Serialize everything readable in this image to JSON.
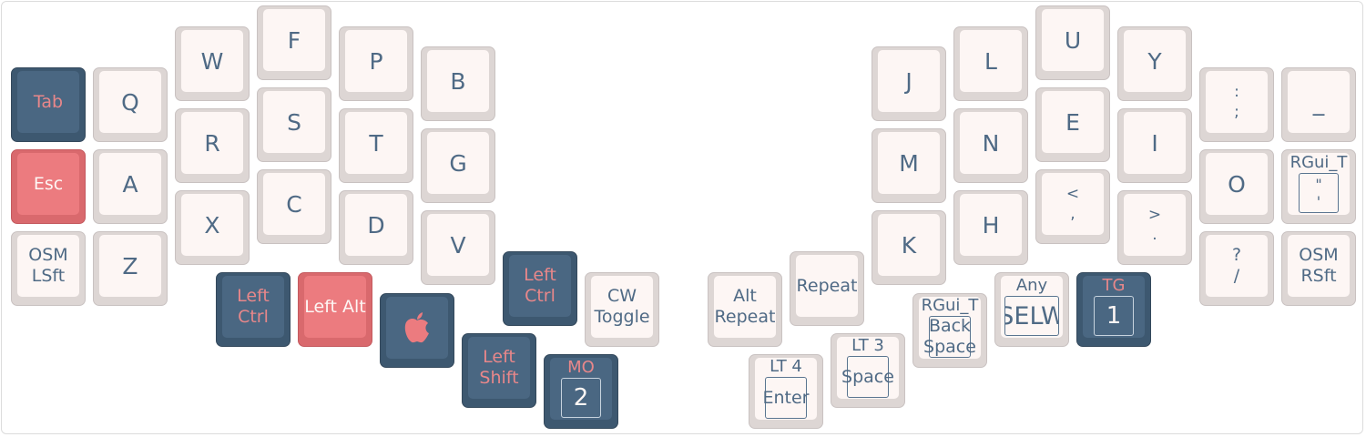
{
  "left_hand": {
    "tab": "Tab",
    "esc": "Esc",
    "osm_lsft": {
      "l1": "OSM",
      "l2": "LSft"
    },
    "q": "Q",
    "a": "A",
    "z": "Z",
    "w": "W",
    "r": "R",
    "x": "X",
    "f": "F",
    "s": "S",
    "c": "C",
    "p": "P",
    "t": "T",
    "d": "D",
    "b": "B",
    "g": "G",
    "v": "V"
  },
  "left_thumbs": {
    "left_ctrl_a": {
      "l1": "Left",
      "l2": "Ctrl"
    },
    "left_alt": "Left Alt",
    "apple_icon": "apple-logo-icon",
    "left_ctrl_b": {
      "l1": "Left",
      "l2": "Ctrl"
    },
    "cw_toggle": {
      "l1": "CW",
      "l2": "Toggle"
    },
    "left_shift": {
      "l1": "Left",
      "l2": "Shift"
    },
    "mo2": {
      "hold": "MO",
      "tap": "2"
    }
  },
  "right_thumbs": {
    "alt_repeat": {
      "l1": "Alt",
      "l2": "Repeat"
    },
    "repeat": "Repeat",
    "lt4": {
      "hold": "LT 4",
      "tap": "Enter"
    },
    "lt3": {
      "hold": "LT 3",
      "tap": "Space"
    },
    "rgui_bspc": {
      "hold": "RGui_T",
      "l1": "Back",
      "l2": "Space"
    },
    "any": {
      "hold": "Any",
      "tap": "SELW"
    },
    "tg1": {
      "hold": "TG",
      "tap": "1"
    }
  },
  "right_hand": {
    "j": "J",
    "m": "M",
    "k": "K",
    "l": "L",
    "n": "N",
    "h": "H",
    "u": "U",
    "e": "E",
    "comma": {
      "shift": "<",
      "base": ","
    },
    "y": "Y",
    "i": "I",
    "dot": {
      "shift": ">",
      "base": "."
    },
    "semicolon": {
      "shift": ":",
      "base": ";"
    },
    "o": "O",
    "slash": {
      "shift": "?",
      "base": "/"
    },
    "underscore": "_",
    "rgui_quote": {
      "hold": "RGui_T",
      "shift": "\"",
      "base": "'"
    },
    "osm_rsft": {
      "l1": "OSM",
      "l2": "RSft"
    }
  },
  "colors": {
    "dark_key": "#4a6782",
    "red_key": "#ec7b7f",
    "light_key": "#fdf6f4",
    "legend": "#4f6a85",
    "accent_legend": "#e8878a"
  }
}
